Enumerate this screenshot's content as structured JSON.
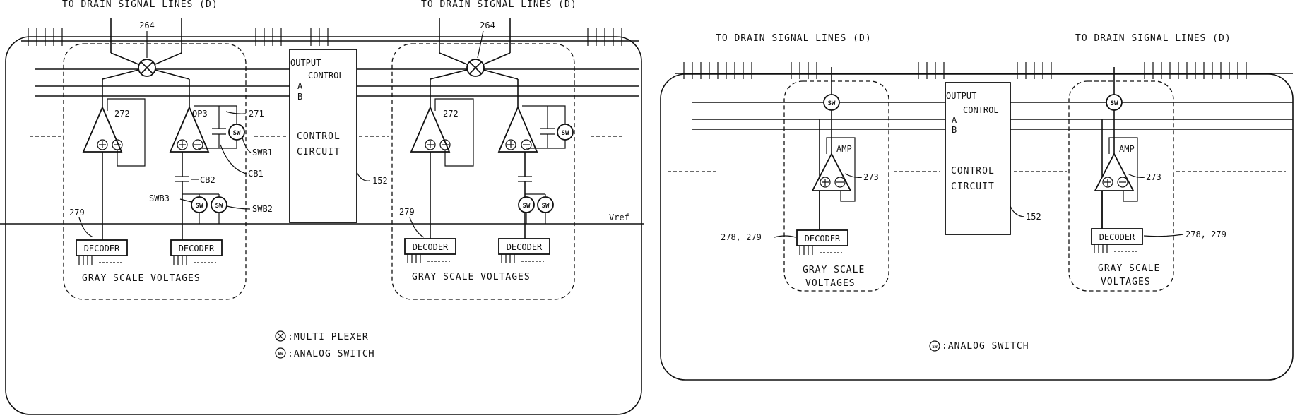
{
  "left_figure": {
    "drain_label_left": "TO DRAIN SIGNAL LINES (D)",
    "drain_label_right": "TO DRAIN SIGNAL LINES (D)",
    "mux_ref_left": "264",
    "mux_ref_right": "264",
    "control": {
      "output_label": "OUTPUT",
      "control_label": "CONTROL",
      "a_label": "A",
      "b_label": "B",
      "circuit_line1": "CONTROL",
      "circuit_line2": "CIRCUIT",
      "ref": "152"
    },
    "refs": {
      "amp_272_a": "272",
      "op3": "OP3",
      "ref_271": "271",
      "swb1": "SWB1",
      "cb1": "CB1",
      "cb2": "CB2",
      "swb3": "SWB3",
      "swb2": "SWB2",
      "dec_279_left": "279",
      "amp_272_b": "272",
      "dec_279_right": "279",
      "vref": "Vref"
    },
    "decoder_label": "DECODER",
    "gray_scale_left": "GRAY SCALE VOLTAGES",
    "gray_scale_right": "GRAY SCALE VOLTAGES",
    "legend_mux": ":MULTI PLEXER",
    "legend_switch": ":ANALOG SWITCH"
  },
  "right_figure": {
    "drain_label_left": "TO DRAIN SIGNAL LINES (D)",
    "drain_label_right": "TO DRAIN SIGNAL LINES (D)",
    "control": {
      "output_label": "OUTPUT",
      "control_label": "CONTROL",
      "a_label": "A",
      "b_label": "B",
      "circuit_line1": "CONTROL",
      "circuit_line2": "CIRCUIT",
      "ref": "152"
    },
    "amp_label": "AMP",
    "ref_273": "273",
    "ref_278_279": "278, 279",
    "decoder_label": "DECODER",
    "gray_line1": "GRAY SCALE",
    "gray_line2": "VOLTAGES",
    "legend_switch": ":ANALOG SWITCH"
  },
  "symbols": {
    "switch_glyph": "SW",
    "plus_icon": "plus-circle-icon",
    "minus_icon": "minus-circle-icon",
    "mux_icon": "multiplexer-x-circle-icon"
  }
}
